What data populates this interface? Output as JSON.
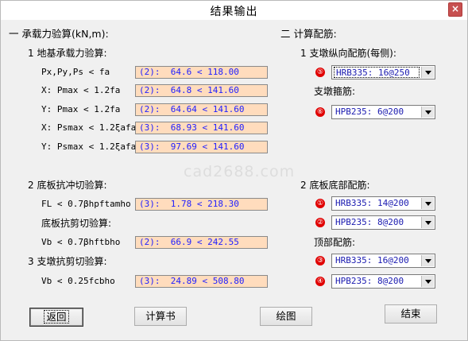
{
  "window": {
    "title": "结果输出",
    "close_symbol": "×"
  },
  "watermark": "cad2688.com",
  "left": {
    "section_heading": "一   承载力验算(kN,m):",
    "sub1": "1  地基承载力验算:",
    "rows1": [
      {
        "label": "Px,Py,Ps < fa",
        "value": "(2):  64.6 < 118.00"
      },
      {
        "label": "X: Pmax < 1.2fa",
        "value": "(2):  64.8 < 141.60"
      },
      {
        "label": "Y: Pmax < 1.2fa",
        "value": "(2):  64.64 < 141.60"
      },
      {
        "label": "X: Psmax < 1.2ξafa",
        "value": "(3):  68.93 < 141.60"
      },
      {
        "label": "Y: Psmax < 1.2ξafa",
        "value": "(3):  97.69 < 141.60"
      }
    ],
    "sub2": "2  底板抗冲切验算:",
    "row_fl": {
      "label": "FL < 0.7βhpftamho",
      "value": "(3):  1.78 < 218.30"
    },
    "sub2b": "底板抗剪切验算:",
    "row_vb": {
      "label": "Vb < 0.7βhftbho",
      "value": "(2):  66.9 < 242.55"
    },
    "sub3": "3  支墩抗剪切验算:",
    "row_vb2": {
      "label": "Vb < 0.25fcbho",
      "value": "(3):  24.89 < 508.80"
    }
  },
  "right": {
    "section_heading": "二   计算配筋:",
    "sub1": "1  支墩纵向配筋(每侧):",
    "rebar_long": {
      "marker": "⑤",
      "value": "HRB335: 16@250"
    },
    "stirrup_label": "支墩箍筋:",
    "rebar_stirrup": {
      "marker": "⑥",
      "value": "HPB235: 6@200"
    },
    "sub2": "2  底板底部配筋:",
    "bottom_1": {
      "marker": "①",
      "value": "HRB335: 14@200"
    },
    "bottom_2": {
      "marker": "②",
      "value": "HPB235: 8@200"
    },
    "top_label": "顶部配筋:",
    "top_3": {
      "marker": "③",
      "value": "HRB335: 16@200"
    },
    "top_4": {
      "marker": "④",
      "value": "HPB235: 8@200"
    }
  },
  "buttons": {
    "back": "返回",
    "calc_book": "计算书",
    "drawing": "绘图",
    "finish": "结束"
  }
}
